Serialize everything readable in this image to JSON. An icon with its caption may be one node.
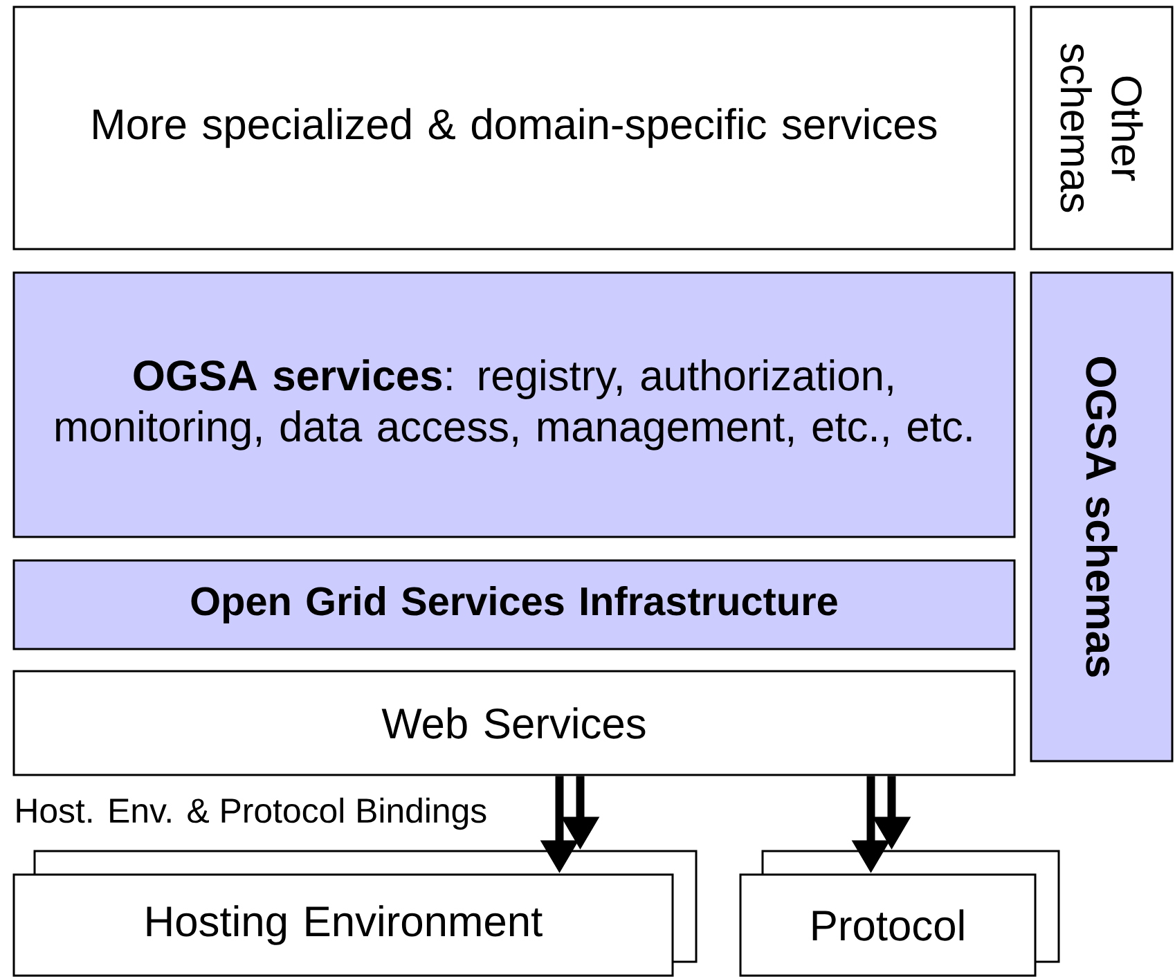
{
  "diagram": {
    "nodes": [
      {
        "text": [
          "More specialized & domain-specific services"
        ]
      },
      {
        "text": [
          "Other schemas"
        ]
      },
      {
        "text": [
          "**OGSA services**: registry, authorization, monitoring, data access, management, etc., etc."
        ]
      },
      {
        "text": [
          "OGSA schemas"
        ]
      },
      {
        "text": [
          "Open Grid Services Infrastructure"
        ]
      },
      {
        "text": [
          "Web Services"
        ]
      },
      {
        "text": [],
        "shape": "box"
      },
      {
        "text": [
          "Hosting Environment"
        ]
      },
      {
        "text": [],
        "shape": "box"
      },
      {
        "text": [
          "Protocol"
        ]
      }
    ],
    "edges": [
      {
        "from": 5,
        "to": 7,
        "arrow": "to"
      },
      {
        "from": 5,
        "to": 6,
        "arrow": "to"
      },
      {
        "from": 5,
        "to": 9,
        "arrow": "to"
      },
      {
        "from": 5,
        "to": 8,
        "arrow": "to"
      }
    ],
    "labels": [
      "Host. Env. & Protocol Bindings"
    ]
  }
}
